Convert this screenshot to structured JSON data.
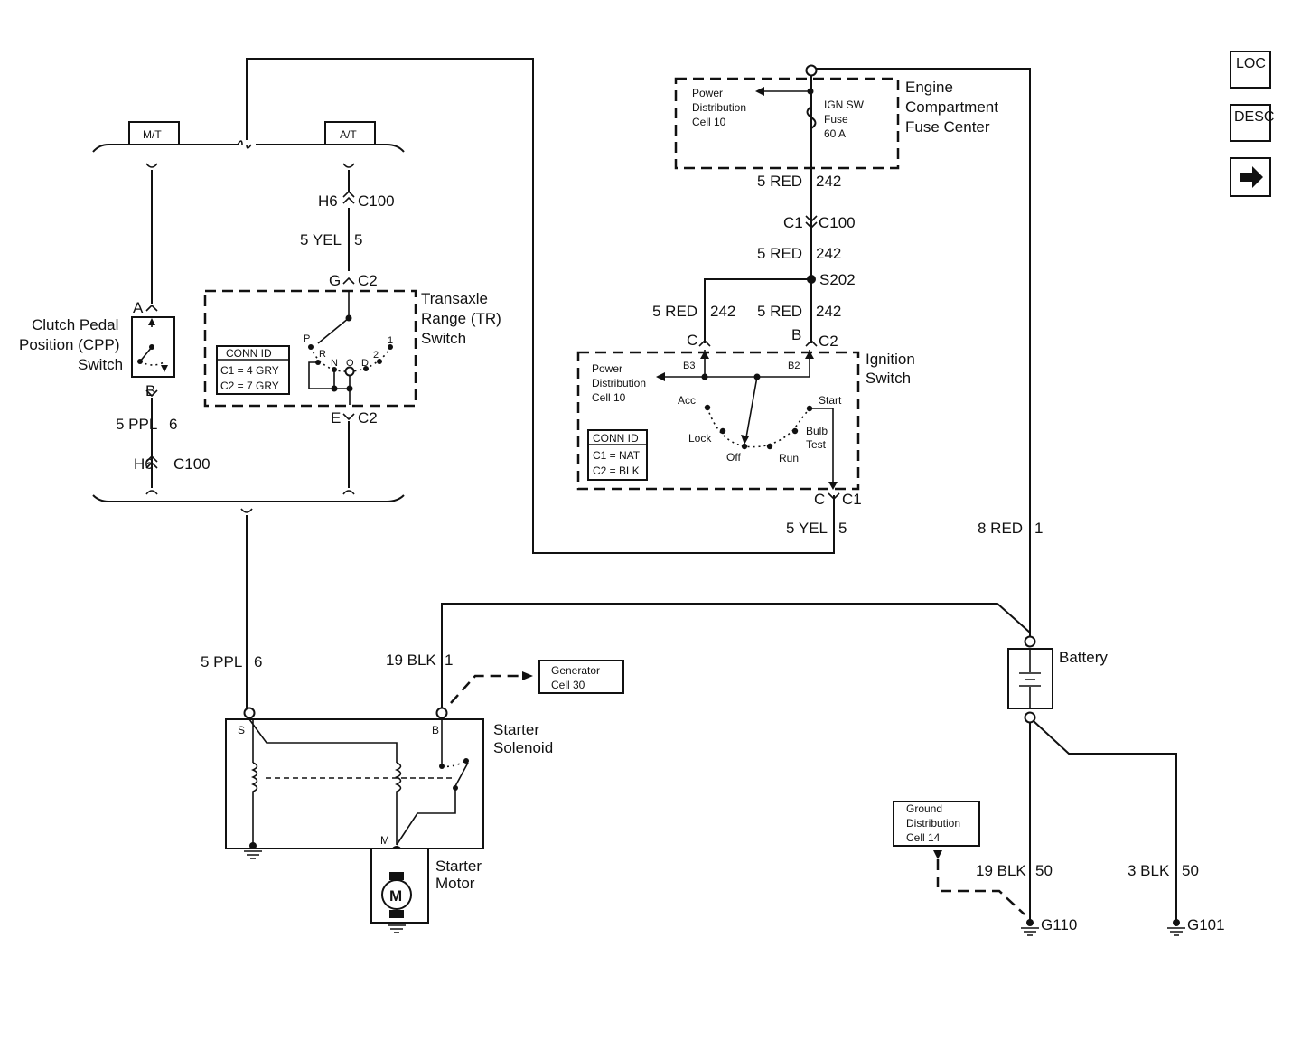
{
  "nav": {
    "loc_label": "LOC",
    "desc_label": "DESC",
    "next_icon": "right-arrow-icon"
  },
  "tabs": {
    "manual": "M/T",
    "automatic": "A/T"
  },
  "components": {
    "fuse_center": [
      "Engine",
      "Compartment",
      "Fuse Center"
    ],
    "power_dist_fuse": [
      "Power",
      "Distribution",
      "Cell 10"
    ],
    "fuse": [
      "IGN SW",
      "Fuse",
      "60 A"
    ],
    "ignition_switch": [
      "Ignition",
      "Switch"
    ],
    "power_dist_ign": [
      "Power",
      "Distribution",
      "Cell 10"
    ],
    "ign_positions": {
      "acc": "Acc",
      "lock": "Lock",
      "off": "Off",
      "run": "Run",
      "start": "Start",
      "bulb": "Bulb",
      "test": "Test"
    },
    "ign_terminals": {
      "b3": "B3",
      "b2": "B2"
    },
    "ign_conn": {
      "title": "CONN ID",
      "c1": "C1 = NAT",
      "c2": "C2 = BLK"
    },
    "tr_switch": [
      "Transaxle",
      "Range (TR)",
      "Switch"
    ],
    "tr_conn": {
      "title": "CONN ID",
      "c1": "C1 = 4 GRY",
      "c2": "C2 = 7 GRY"
    },
    "tr_positions": {
      "p": "P",
      "r": "R",
      "n": "N",
      "o": "O",
      "d": "D",
      "two": "2",
      "one": "1"
    },
    "cpp_switch": [
      "Clutch Pedal",
      "Position (CPP)",
      "Switch"
    ],
    "starter_solenoid": [
      "Starter",
      "Solenoid"
    ],
    "starter_motor": [
      "Starter",
      "Motor"
    ],
    "motor_symbol": "M",
    "generator": [
      "Generator",
      "Cell 30"
    ],
    "battery": "Battery",
    "ground_dist": [
      "Ground",
      "Distribution",
      "Cell 14"
    ],
    "solenoid_terms": {
      "s": "S",
      "b": "B",
      "m": "M"
    }
  },
  "wires": {
    "fuse_out": {
      "color": "5 RED",
      "circuit": "242"
    },
    "s202_in": {
      "color": "5 RED",
      "circuit": "242"
    },
    "s202_left": {
      "color": "5 RED",
      "circuit": "242"
    },
    "s202_right": {
      "color": "5 RED",
      "circuit": "242"
    },
    "ign_out": {
      "color": "5 YEL",
      "circuit": "5"
    },
    "at_top": {
      "color": "5 YEL",
      "circuit": "5"
    },
    "cpp_out": {
      "color": "5 PPL",
      "circuit": "6"
    },
    "sol_s": {
      "color": "5 PPL",
      "circuit": "6"
    },
    "sol_b": {
      "color": "19 BLK",
      "circuit": "1"
    },
    "batt_pos": {
      "color": "8 RED",
      "circuit": "1"
    },
    "g110": {
      "color": "19 BLK",
      "circuit": "50"
    },
    "g101": {
      "color": "3 BLK",
      "circuit": "50"
    }
  },
  "connectors": {
    "c100_ign": {
      "pin": "C1",
      "name": "C100"
    },
    "s202": "S202",
    "ign_c2": {
      "pin_left": "C",
      "pin_right": "B",
      "name": "C2"
    },
    "ign_c1": {
      "pin": "C",
      "name": "C1"
    },
    "at_c100": {
      "pin": "H6",
      "name": "C100"
    },
    "tr_top": {
      "pin": "G",
      "name": "C2"
    },
    "tr_bottom": {
      "pin": "E",
      "name": "C2"
    },
    "cpp_a": "A",
    "cpp_b": "B",
    "mt_c100": {
      "pin": "H6",
      "name": "C100"
    }
  },
  "grounds": {
    "g110": "G110",
    "g101": "G101"
  }
}
